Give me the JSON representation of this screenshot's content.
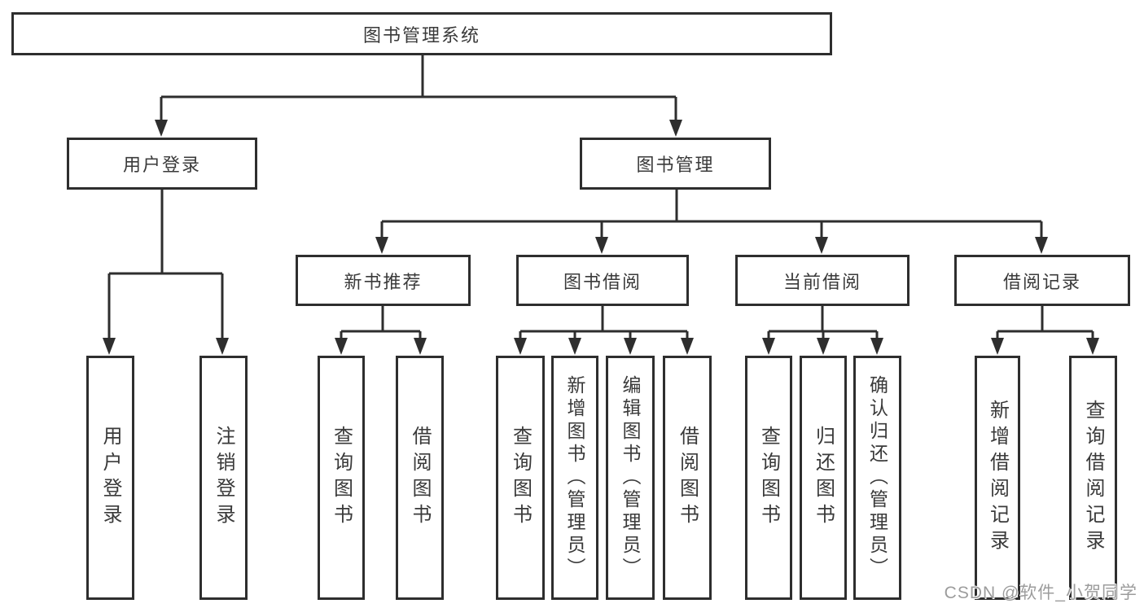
{
  "diagram": {
    "root": {
      "label": "图书管理系统"
    },
    "level2": [
      {
        "label": "用户登录"
      },
      {
        "label": "图书管理"
      }
    ],
    "level3": [
      {
        "label": "新书推荐"
      },
      {
        "label": "图书借阅"
      },
      {
        "label": "当前借阅"
      },
      {
        "label": "借阅记录"
      }
    ],
    "leaves": {
      "user_login": [
        {
          "label": "用户登录"
        },
        {
          "label": "注销登录"
        }
      ],
      "new_book_recommend": [
        {
          "label": "查询图书"
        },
        {
          "label": "借阅图书"
        }
      ],
      "book_borrow": [
        {
          "label": "查询图书"
        },
        {
          "label": "新增图书（管理员）"
        },
        {
          "label": "编辑图书（管理员）"
        },
        {
          "label": "借阅图书"
        }
      ],
      "current_borrow": [
        {
          "label": "查询图书"
        },
        {
          "label": "归还图书"
        },
        {
          "label": "确认归还（管理员）"
        }
      ],
      "borrow_record": [
        {
          "label": "新增借阅记录"
        },
        {
          "label": "查询借阅记录"
        }
      ]
    },
    "colors": {
      "line": "#2e2e2e",
      "text": "#3a3a3a",
      "background": "#ffffff",
      "watermark": "#9c9c9c"
    },
    "watermark": {
      "text": "CSDN @软件_小贺同学"
    }
  }
}
